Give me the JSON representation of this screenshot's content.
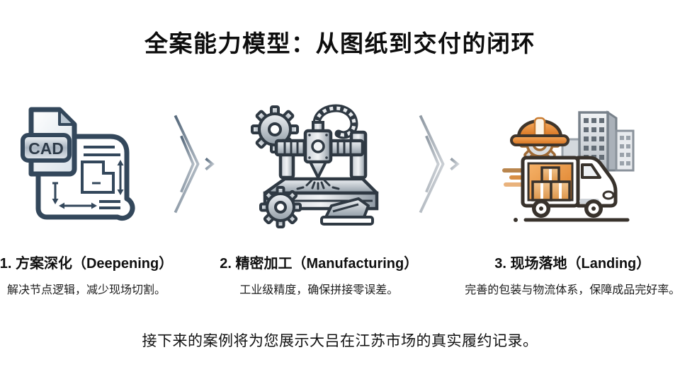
{
  "title": "全案能力模型：从图纸到交付的闭环",
  "footer": "接下来的案例将为您展示大吕在江苏市场的真实履约记录。",
  "steps": [
    {
      "icon": "cad-blueprint-icon",
      "badge": "CAD",
      "label": "1. 方案深化（Deepening）",
      "desc": "解决节点逻辑，减少现场切割。"
    },
    {
      "icon": "cnc-machine-icon",
      "label": "2. 精密加工（Manufacturing）",
      "desc": "工业级精度，确保拼接零误差。"
    },
    {
      "icon": "delivery-truck-icon",
      "label": "3. 现场落地（Landing）",
      "desc": "完善的包装与物流体系，保障成品完好率。"
    }
  ],
  "icons": {
    "arrow": "double-chevron-arrow-icon"
  },
  "colors": {
    "background": "#ffffff",
    "text": "#111111",
    "blueprint_navy": "#33475b",
    "machine_outline": "#2f3943",
    "accent_orange": "#dd7f28",
    "arrow_steel": "#7d8c9b"
  }
}
